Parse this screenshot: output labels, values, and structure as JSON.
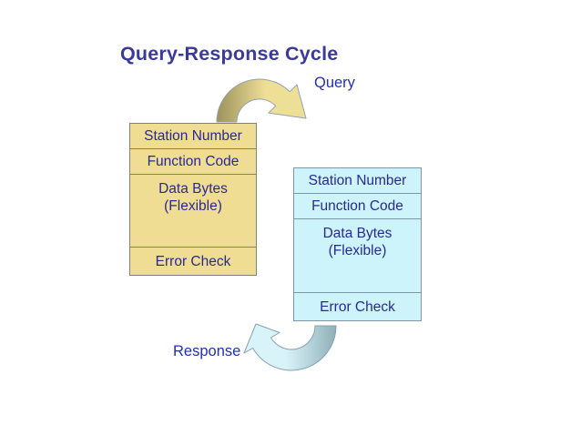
{
  "slide": {
    "title": "Query-Response Cycle"
  },
  "query_arrow": {
    "label": "Query"
  },
  "response_arrow": {
    "label": "Response"
  },
  "query_frame": {
    "rows": [
      {
        "lines": [
          "Station Number"
        ]
      },
      {
        "lines": [
          "Function Code"
        ]
      },
      {
        "lines": [
          "Data Bytes",
          "(Flexible)"
        ]
      },
      {
        "lines": [
          "Error Check"
        ]
      }
    ]
  },
  "response_frame": {
    "rows": [
      {
        "lines": [
          "Station Number"
        ]
      },
      {
        "lines": [
          "Function Code"
        ]
      },
      {
        "lines": [
          "Data Bytes",
          "(Flexible)"
        ]
      },
      {
        "lines": [
          "Error Check"
        ]
      }
    ]
  },
  "colors": {
    "background": "#ffffff",
    "title-text": "#3a3a9a",
    "label-text": "#2130b4",
    "cell-text": "#292994",
    "query-frame-fill": "#efdd94",
    "query-frame-border": "#7f7f7f",
    "response-frame-fill": "#ccf4fa",
    "response-frame-border": "#7e96a8",
    "query-arrow-dark": "#9c925a",
    "query-arrow-light": "#eedf97",
    "query-arrow-outline": "#94a0b0",
    "response-arrow-dark": "#8fb0b8",
    "response-arrow-light": "#d9f4f9",
    "response-arrow-outline": "#85a0b5"
  }
}
